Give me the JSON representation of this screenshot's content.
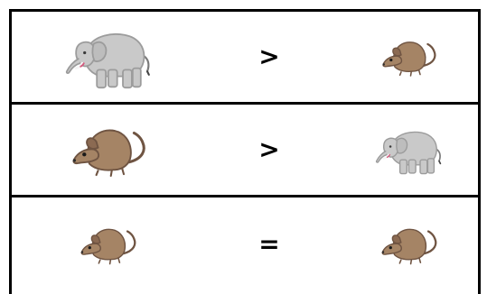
{
  "rows": [
    {
      "left": "elephant",
      "symbol": ">",
      "right": "mouse"
    },
    {
      "left": "mouse",
      "symbol": ">",
      "right": "elephant"
    },
    {
      "left": "mouse",
      "symbol": "=",
      "right": "mouse"
    }
  ],
  "colors": {
    "elephant_body": "#c9c9c9",
    "elephant_shadow": "#9c9c9c",
    "mouse_body": "#a58465",
    "mouse_shadow": "#6f5442",
    "border": "#000000"
  },
  "icons": {
    "elephant": "elephant-icon",
    "mouse": "mouse-icon"
  }
}
